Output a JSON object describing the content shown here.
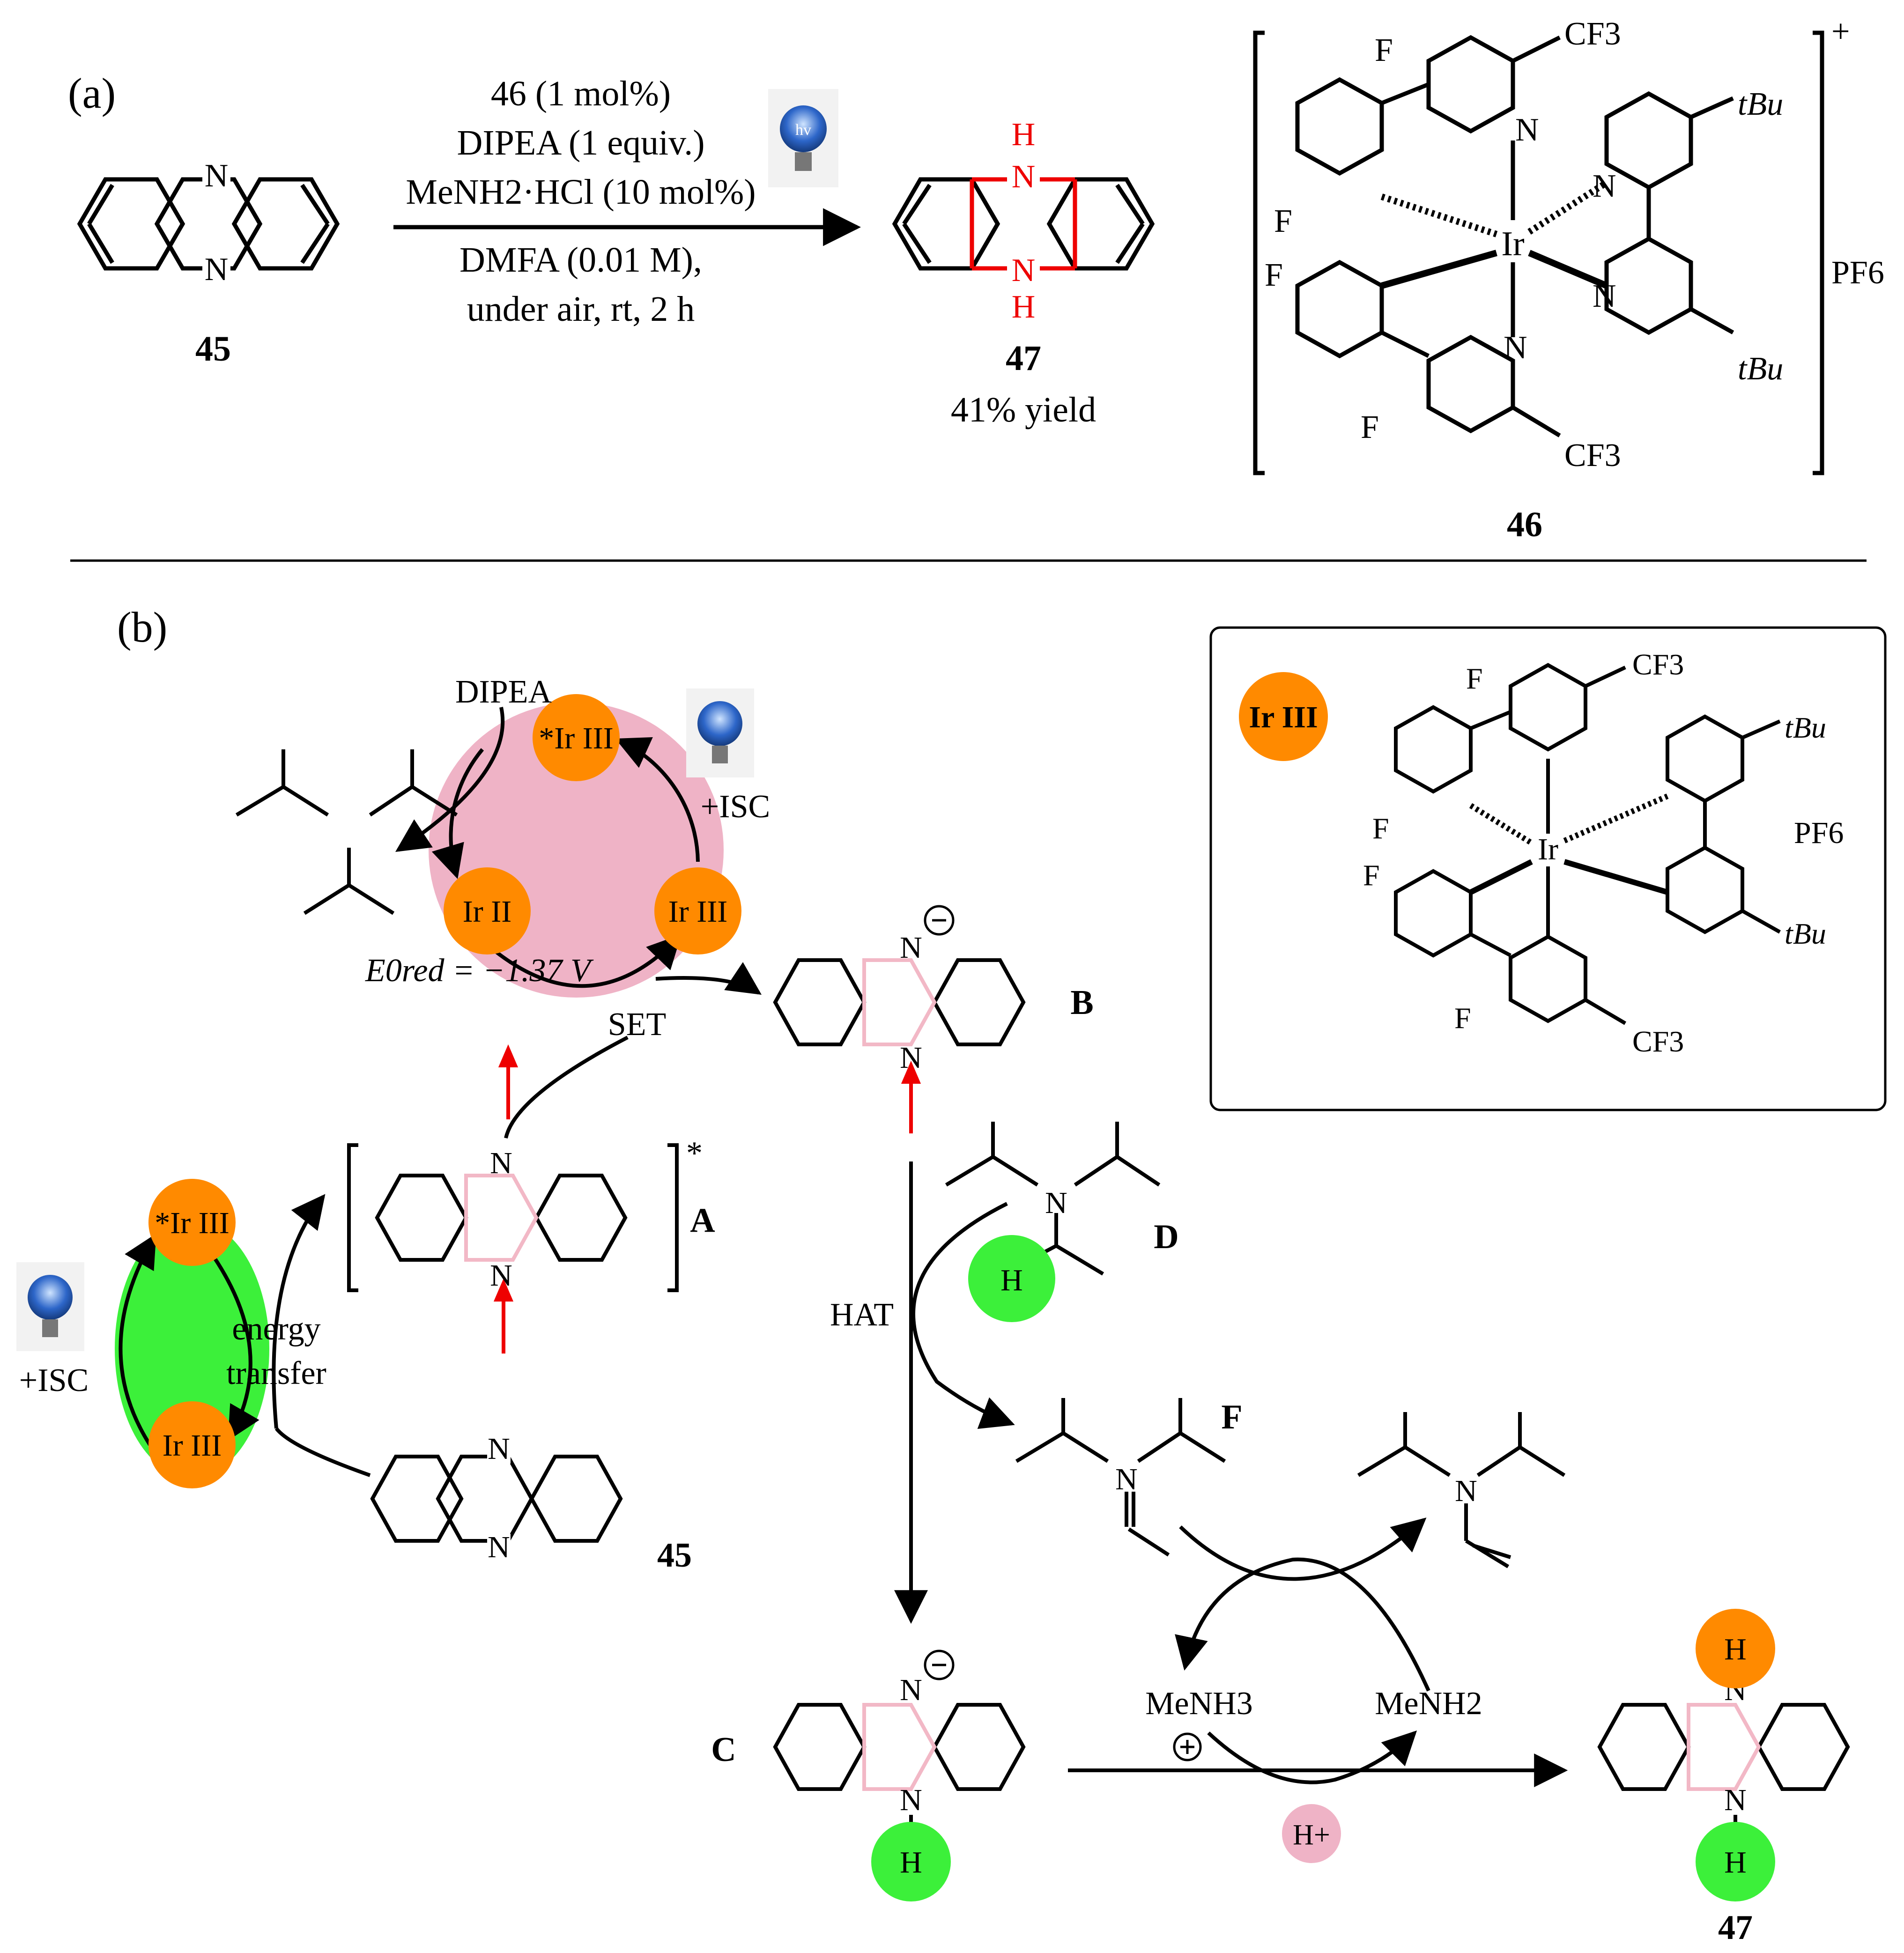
{
  "panel_a": {
    "label": "(a)",
    "reactant_compound": "45",
    "conditions": [
      "46 (1 mol%)",
      "DIPEA (1 equiv.)",
      "MeNH2·HCl (10 mol%)",
      "DMFA (0.01 M),",
      "under air, rt, 2 h"
    ],
    "product_compound": "47",
    "product_yield": "41% yield",
    "catalyst_compound": "46",
    "catalyst_charge": "+",
    "counter_ion": "PF6",
    "light_icon_text": "hv",
    "substituents": {
      "cf3": "CF3",
      "tbu": "tBu",
      "f": "F",
      "n": "N",
      "h": "H",
      "metal": "Ir"
    }
  },
  "panel_b": {
    "label": "(b)",
    "reductive_cycle": {
      "quencher": "DIPEA",
      "excited_catalyst": "*Ir III",
      "ground_catalyst": "Ir III",
      "reduced_catalyst": "Ir II",
      "light_label": "+ISC",
      "potential": "E0red = −1.37 V",
      "set_label": "SET"
    },
    "energy_cycle": {
      "excited_catalyst": "*Ir III",
      "ground_catalyst": "Ir III",
      "light_label": "+ISC",
      "process": [
        "energy",
        "transfer"
      ]
    },
    "species": {
      "A": "A",
      "A_mark": "*",
      "B": "B",
      "C": "C",
      "D": "D",
      "F": "F",
      "substrate": "45",
      "product": "47"
    },
    "steps": {
      "hat": "HAT",
      "proton": "H+",
      "amine_acid": "MeNH3",
      "amine_base": "MeNH2"
    },
    "legend_box": {
      "key_label": "Ir III",
      "counter_ion": "PF6"
    }
  },
  "colors": {
    "orange": "#ff8a00",
    "green": "#3cf03a",
    "pink": "#f2b8c6",
    "cycle_pink": "#efb3c6",
    "red": "#ee0000",
    "bulb": "#2d66c9"
  }
}
